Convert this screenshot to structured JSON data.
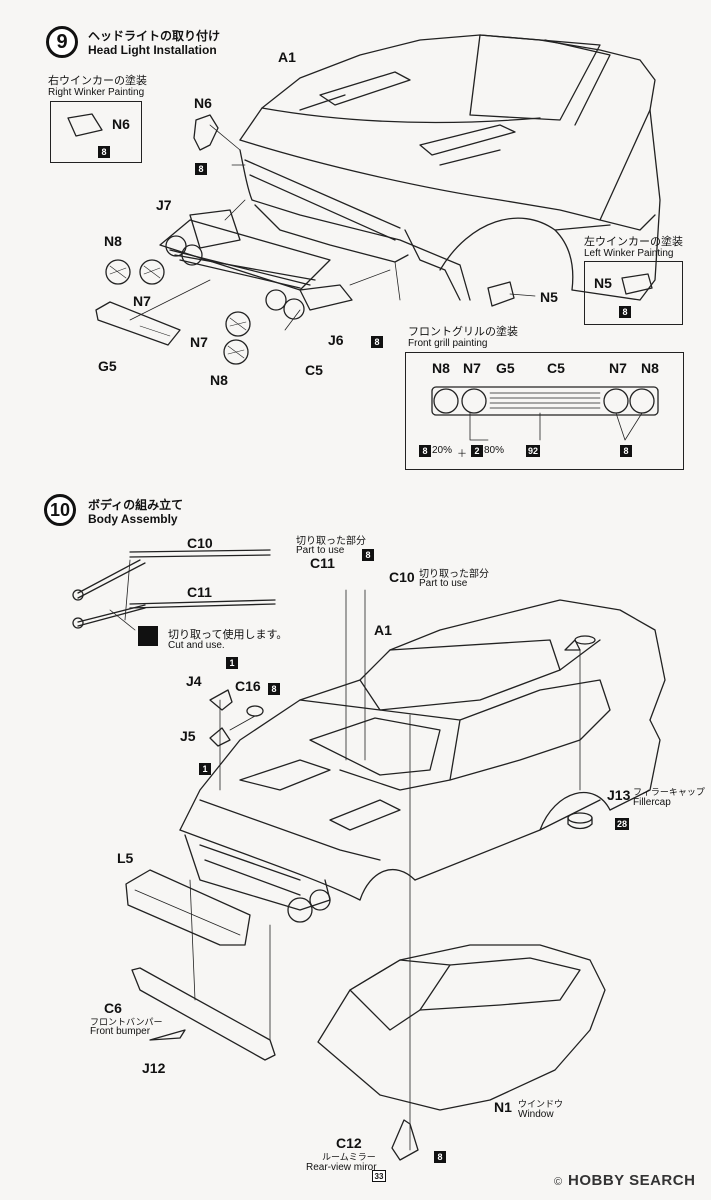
{
  "step9": {
    "number": "9",
    "title_jp": "ヘッドライトの取り付け",
    "title_en": "Head Light Installation",
    "right_winker": {
      "title_jp": "右ウインカーの塗装",
      "title_en": "Right Winker Painting",
      "part": "N6",
      "paint": "8"
    },
    "left_winker": {
      "title_jp": "左ウインカーの塗装",
      "title_en": "Left Winker Painting",
      "part": "N5",
      "paint": "8"
    },
    "grill": {
      "title_jp": "フロントグリルの塗装",
      "title_en": "Front grill painting",
      "labels": [
        "N8",
        "N7",
        "G5",
        "C5",
        "N7",
        "N8"
      ],
      "mix_a_code": "8",
      "mix_a_pct": "20%",
      "plus": "＋",
      "mix_b_code": "2",
      "mix_b_pct": "80%",
      "grill_code": "92",
      "lamp_code": "8"
    },
    "parts": {
      "a1": "A1",
      "n6": "N6",
      "j7": "J7",
      "n8_top": "N8",
      "n7_top": "N7",
      "g5": "G5",
      "n7_bottom": "N7",
      "n8_bottom": "N8",
      "c5": "C5",
      "j6": "J6",
      "n5": "N5"
    },
    "paint_n6": "8",
    "paint_j6": "8"
  },
  "step10": {
    "number": "10",
    "title_jp": "ボディの組み立て",
    "title_en": "Body Assembly",
    "c10_top": "C10",
    "c11_top": "C11",
    "cut_use_jp": "切り取って使用します。",
    "cut_use_en": "Cut and use.",
    "c11_part_jp": "切り取った部分",
    "c11_part_en": "Part to use",
    "c11": "C11",
    "c11_paint": "8",
    "c10_part_jp": "切り取った部分",
    "c10_part_en": "Part to use",
    "c10": "C10",
    "a1": "A1",
    "j4": "J4",
    "j4_paint": "1",
    "c16": "C16",
    "c16_paint": "8",
    "j5": "J5",
    "j5_paint": "1",
    "l5": "L5",
    "c6": "C6",
    "c6_jp": "フロントバンパー",
    "c6_en": "Front bumper",
    "j12": "J12",
    "j13": "J13",
    "j13_jp": "フィラーキャップ",
    "j13_en": "Fillercap",
    "j13_paint": "28",
    "n1": "N1",
    "n1_jp": "ウインドウ",
    "n1_en": "Window",
    "c12": "C12",
    "c12_jp": "ルームミラー",
    "c12_en": "Rear-view miror",
    "c12_paint_a": "8",
    "c12_paint_b": "33"
  },
  "watermark": "HOBBY SEARCH",
  "copyright": "©"
}
